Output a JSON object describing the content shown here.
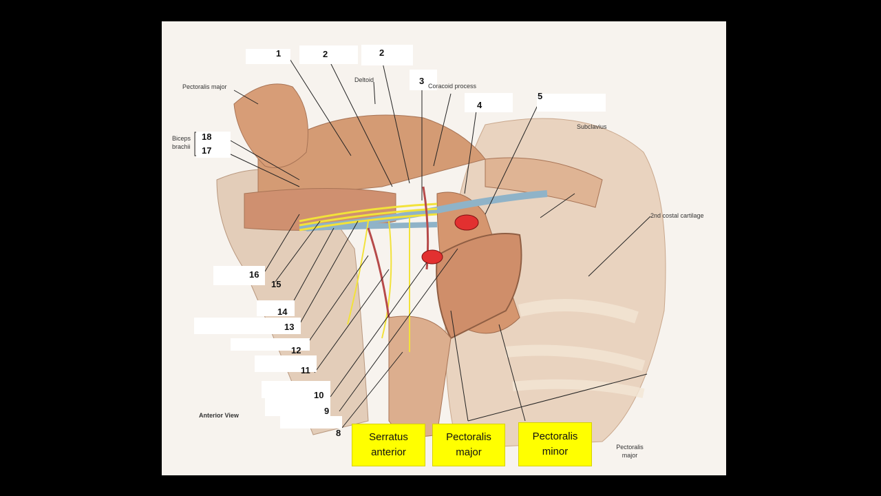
{
  "labels": {
    "pectoralis_major_top": "Pectoralis major",
    "deltoid": "Deltoid",
    "coracoid_process": "Coracoid process",
    "subclavius": "Subclavius",
    "biceps_brachii": "Biceps brachii",
    "second_costal_cartilage": "2nd costal cartilage",
    "anterior_view": "Anterior View",
    "pectoralis_major_bottom": "Pectoralis major"
  },
  "numbers": [
    "1",
    "2",
    "2",
    "3",
    "4",
    "5",
    "18",
    "17",
    "16",
    "15",
    "14",
    "13",
    "12",
    "11",
    "10",
    "9",
    "8"
  ],
  "answer_boxes": {
    "serratus_anterior": "Serratus anterior",
    "pectoralis_major": "Pectoralis major",
    "pectoralis_minor": "Pectoralis minor"
  },
  "colors": {
    "background": "#000000",
    "slide": "#f7f3ee",
    "muscle": "#d9a47e",
    "nerve": "#f2e23a",
    "vessel_blue": "#8fb3c8",
    "artery_red": "#c23a3a",
    "answer_box": "#ffff00"
  }
}
